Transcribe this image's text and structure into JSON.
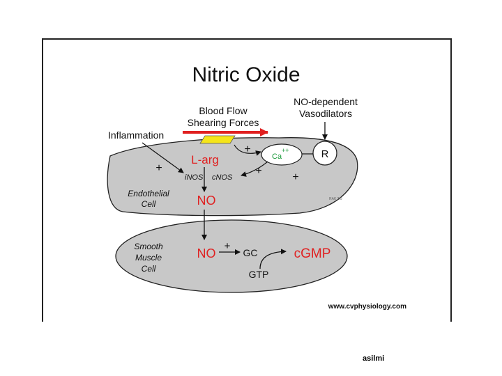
{
  "diagram": {
    "title": "Nitric Oxide",
    "blood_flow_line1": "Blood Flow",
    "blood_flow_line2": "Shearing Forces",
    "inflammation": "Inflammation",
    "no_dep_line1": "NO-dependent",
    "no_dep_line2": "Vasodilators",
    "receptor": "R",
    "calcium": "Ca",
    "calcium_charge": "++",
    "l_arg": "L-arg",
    "inos": "iNOS",
    "cnos": "cNOS",
    "endo_line1": "Endothelial",
    "endo_line2": "Cell",
    "no_endo": "NO",
    "smooth_line1": "Smooth",
    "smooth_line2": "Muscle",
    "smooth_line3": "Cell",
    "no_smooth": "NO",
    "gc": "GC",
    "cgmp": "cGMP",
    "gtp": "GTP",
    "plus": "+",
    "initials": "RAK 2/9",
    "website": "www.cvphysiology.com"
  },
  "caption": "asilmi",
  "colors": {
    "cell_fill": "#c8c8c8",
    "highlight_red": "#e02020",
    "calcium_green": "#1a9a3a",
    "shear_yellow": "#f5e51a"
  }
}
